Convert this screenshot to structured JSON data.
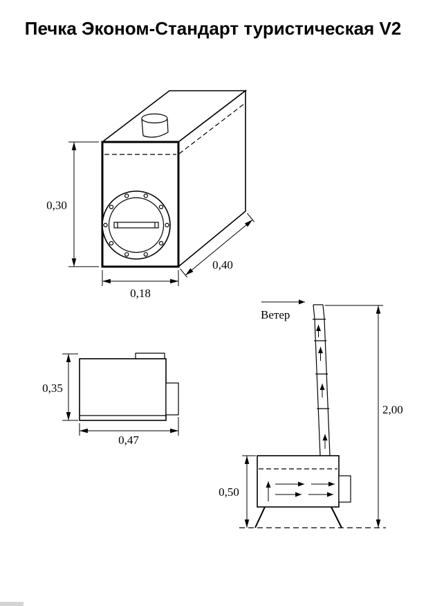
{
  "title": "Печка Эконом-Стандарт туристическая V2",
  "colors": {
    "line": "#000000",
    "background": "#ffffff"
  },
  "iso_view": {
    "dim_height": "0,30",
    "dim_width": "0,18",
    "dim_depth": "0,40"
  },
  "side_view": {
    "dim_height": "0,35",
    "dim_length": "0,47"
  },
  "assembly_view": {
    "wind_label": "Ветер",
    "dim_total_height": "2,00",
    "dim_firebox_height": "0,50"
  }
}
